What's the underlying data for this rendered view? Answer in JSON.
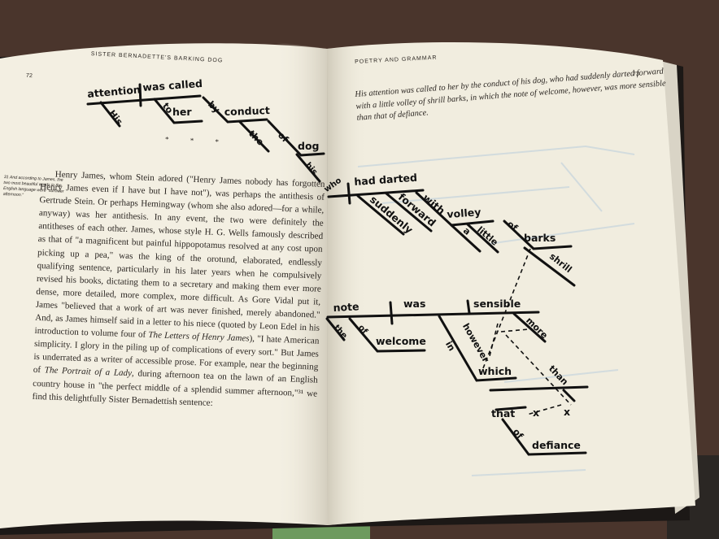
{
  "left_page": {
    "running_head": "SISTER BERNADETTE'S BARKING DOG",
    "page_number": "72",
    "section_break": "* * *",
    "sidenote": "31 And according to James, the two most beautiful words in the English language were \"summer afternoon.\"",
    "body_paragraph": [
      {
        "t": "Henry James, whom Stein adored (\"Henry James nobody has forgotten Henry James even if I have but I have not\"), was perhaps the antithesis of Gertrude Stein. Or perhaps Hemingway (whom she also adored—for a while, anyway) was her antithesis. In any event, the two were definitely the antitheses of each other. James, whose style H. G. Wells famously described as that of \"a magnificent but painful hippopotamus resolved at any cost upon picking up a pea,\" was the king of the orotund, elaborated, endlessly qualifying sentence, particularly in his later years when he compulsively revised his books, dictating them to a secretary and making them ever more dense, more detailed, more complex, more difficult. As Gore Vidal put it, James \"believed that a work of art was never finished, merely abandoned.\" And, as James himself said in a letter to his niece (quoted by Leon Edel in his introduction to volume four of "
      },
      {
        "t": "The Letters of Henry James",
        "i": true
      },
      {
        "t": "), \"I hate American simplicity. I glory in the piling up of complications of every sort.\" But James is underrated as a writer of accessible prose. For example, near the beginning of "
      },
      {
        "t": "The Portrait of a Lady",
        "i": true
      },
      {
        "t": ", during afternoon tea on the lawn of an English country house in \"the perfect middle of a splendid summer afternoon,\"³¹ we find this delightfully Sister Bernadettish sentence:"
      }
    ]
  },
  "right_page": {
    "running_head": "POETRY AND GRAMMAR",
    "page_number": "73",
    "quote": "His attention was called to her by the conduct of his dog, who had suddenly darted forward with a little volley of shrill barks, in which the note of welcome, however, was more sensible than that of defiance."
  },
  "diagram_words": {
    "attention": "attention",
    "was_called": "was called",
    "his1": "His",
    "to": "to",
    "her": "her",
    "by": "by",
    "conduct": "conduct",
    "the1": "the",
    "of1": "of",
    "dog": "dog",
    "his2": "his",
    "who": "who",
    "had_darted": "had darted",
    "suddenly": "suddenly",
    "forward": "forward",
    "with": "with",
    "volley": "volley",
    "a": "a",
    "little": "little",
    "of2": "of",
    "barks": "barks",
    "shrill": "shrill",
    "note": "note",
    "was": "was",
    "sensible": "sensible",
    "the2": "the",
    "of3": "of",
    "welcome": "welcome",
    "however": "however",
    "in": "in",
    "which": "which",
    "more": "more",
    "than": "than",
    "that": "that",
    "x1": "x",
    "x2": "x",
    "of4": "of",
    "defiance": "defiance"
  },
  "colors": {
    "table": "#4a352c",
    "paper": "#f1eddf",
    "ink": "#111111"
  }
}
